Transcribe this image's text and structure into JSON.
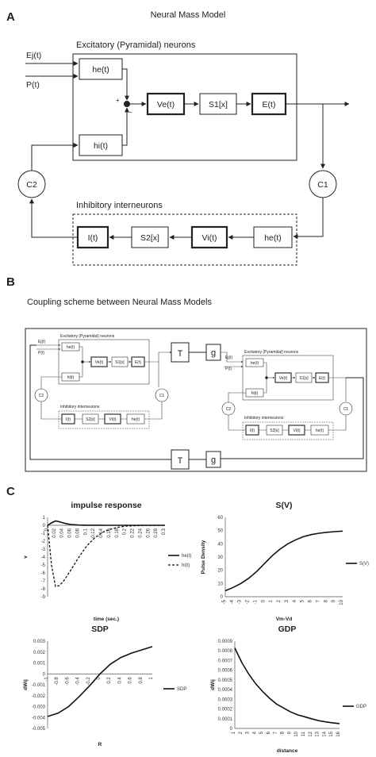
{
  "panel_a": {
    "letter": "A",
    "title": "Neural Mass Model",
    "exc_label": "Excitatory (Pyramidal) neurons",
    "inh_label": "Inhibitory interneurons",
    "input_ej": "Ej(t)",
    "input_p": "P(t)",
    "he_top": "he(t)",
    "hi": "hi(t)",
    "ve": "Ve(t)",
    "s1": "S1[x]",
    "e": "E(t)",
    "c1": "C1",
    "c2": "C2",
    "i": "I(t)",
    "s2": "S2[x]",
    "vi": "Vi(t)",
    "he_bottom": "he(t)"
  },
  "panel_b": {
    "letter": "B",
    "title": "Coupling scheme between Neural Mass Models",
    "t_top": "T",
    "g_top": "g",
    "t_bottom": "T",
    "g_bottom": "g",
    "exc_label": "Excitatory (Pyramidal) neurons",
    "inh_label": "Inhibitory interneurons",
    "input_ej": "Ej(t)",
    "input_p": "P(t)",
    "he": "he(t)",
    "hi": "hi(t)",
    "ve": "Ve(t)",
    "s1": "S1[x]",
    "e": "E(t)",
    "c1": "C1",
    "c2": "C2",
    "i": "I(t)",
    "s2": "S2[x]",
    "vi": "Vi(t)",
    "he2": "he(t)"
  },
  "panel_c": {
    "letter": "C"
  },
  "chart_data": [
    {
      "type": "line",
      "title": "impulse response",
      "xlabel": "time (sec.)",
      "ylabel": "v",
      "xlim": [
        0,
        0.3
      ],
      "ylim": [
        -9,
        1
      ],
      "yticks": [
        "1",
        "0",
        "-1",
        "-2",
        "-3",
        "-4",
        "-5",
        "-6",
        "-7",
        "-8",
        "-9"
      ],
      "xticks": [
        "0",
        "0.02",
        "0.04",
        "0.06",
        "0.08",
        "0.1",
        "0.12",
        "0.14",
        "0.16",
        "0.18",
        "0.2",
        "0.22",
        "0.24",
        "0.26",
        "0.28",
        "0.3"
      ],
      "series": [
        {
          "name": "he(t)",
          "style": "solid",
          "x": [
            0,
            0.01,
            0.02,
            0.03,
            0.04,
            0.05,
            0.06,
            0.08,
            0.1,
            0.15,
            0.2,
            0.25,
            0.3
          ],
          "y": [
            0,
            0.3,
            0.55,
            0.45,
            0.3,
            0.18,
            0.1,
            0.03,
            0.01,
            0,
            0,
            0,
            0
          ]
        },
        {
          "name": "hi(t)",
          "style": "dashed",
          "x": [
            0,
            0.01,
            0.02,
            0.03,
            0.04,
            0.06,
            0.08,
            0.1,
            0.12,
            0.14,
            0.16,
            0.18,
            0.2,
            0.24,
            0.3
          ],
          "y": [
            0,
            -5,
            -7.7,
            -7.6,
            -7.1,
            -5.6,
            -4.0,
            -2.6,
            -1.6,
            -0.9,
            -0.5,
            -0.25,
            -0.1,
            -0.02,
            0
          ]
        }
      ]
    },
    {
      "type": "line",
      "title": "S(V)",
      "xlabel": "Vm-Vd",
      "ylabel": "Pulse Density",
      "xlim": [
        -5,
        10
      ],
      "ylim": [
        0,
        60
      ],
      "yticks": [
        "0",
        "10",
        "20",
        "30",
        "40",
        "50",
        "60"
      ],
      "xticks": [
        "-5",
        "-4",
        "-3",
        "-2",
        "-1",
        "0",
        "1",
        "2",
        "3",
        "4",
        "5",
        "6",
        "7",
        "8",
        "9",
        "10"
      ],
      "series": [
        {
          "name": "S(V)",
          "style": "solid",
          "x": [
            -5,
            -4,
            -3,
            -2,
            -1,
            0,
            1,
            2,
            3,
            4,
            5,
            6,
            7,
            8,
            9,
            10
          ],
          "y": [
            4.5,
            7,
            10,
            14,
            19,
            25,
            31,
            36,
            40,
            43,
            45.5,
            47,
            48,
            48.7,
            49.2,
            49.6
          ]
        }
      ]
    },
    {
      "type": "line",
      "title": "SDP",
      "xlabel": "R",
      "ylabel": "dWij",
      "xlim": [
        -1,
        1
      ],
      "ylim": [
        -0.005,
        0.003
      ],
      "yticks": [
        "0.003",
        "0.002",
        "0.001",
        "0",
        "-0.001",
        "-0.002",
        "-0.003",
        "-0.004",
        "-0.005"
      ],
      "xticks": [
        "-1",
        "-0.8",
        "-0.6",
        "-0.4",
        "-0.2",
        "0",
        "0.2",
        "0.4",
        "0.6",
        "0.8",
        "1"
      ],
      "series": [
        {
          "name": "SDP",
          "style": "solid",
          "x": [
            -1,
            -0.8,
            -0.6,
            -0.4,
            -0.2,
            0,
            0.2,
            0.4,
            0.6,
            0.8,
            1
          ],
          "y": [
            -0.0039,
            -0.0036,
            -0.003,
            -0.0021,
            -0.0011,
            0,
            0.0009,
            0.0015,
            0.0019,
            0.0022,
            0.0025
          ]
        }
      ]
    },
    {
      "type": "line",
      "title": "GDP",
      "xlabel": "distance",
      "ylabel": "dWij",
      "xlim": [
        1,
        16
      ],
      "ylim": [
        0,
        0.0009
      ],
      "yticks": [
        "0.0009",
        "0.0008",
        "0.0007",
        "0.0006",
        "0.0005",
        "0.0004",
        "0.0003",
        "0.0002",
        "0.0001",
        "0"
      ],
      "xticks": [
        "1",
        "2",
        "3",
        "4",
        "5",
        "6",
        "7",
        "8",
        "9",
        "10",
        "11",
        "12",
        "13",
        "14",
        "15",
        "16"
      ],
      "series": [
        {
          "name": "GDP",
          "style": "solid",
          "x": [
            1,
            2,
            3,
            4,
            5,
            6,
            7,
            8,
            9,
            10,
            11,
            12,
            13,
            14,
            15,
            16
          ],
          "y": [
            0.00083,
            0.00068,
            0.00056,
            0.00046,
            0.00038,
            0.00031,
            0.00025,
            0.00021,
            0.00017,
            0.00014,
            0.00012,
            0.0001,
            8e-05,
            6.8e-05,
            5.8e-05,
            5e-05
          ]
        }
      ]
    }
  ]
}
